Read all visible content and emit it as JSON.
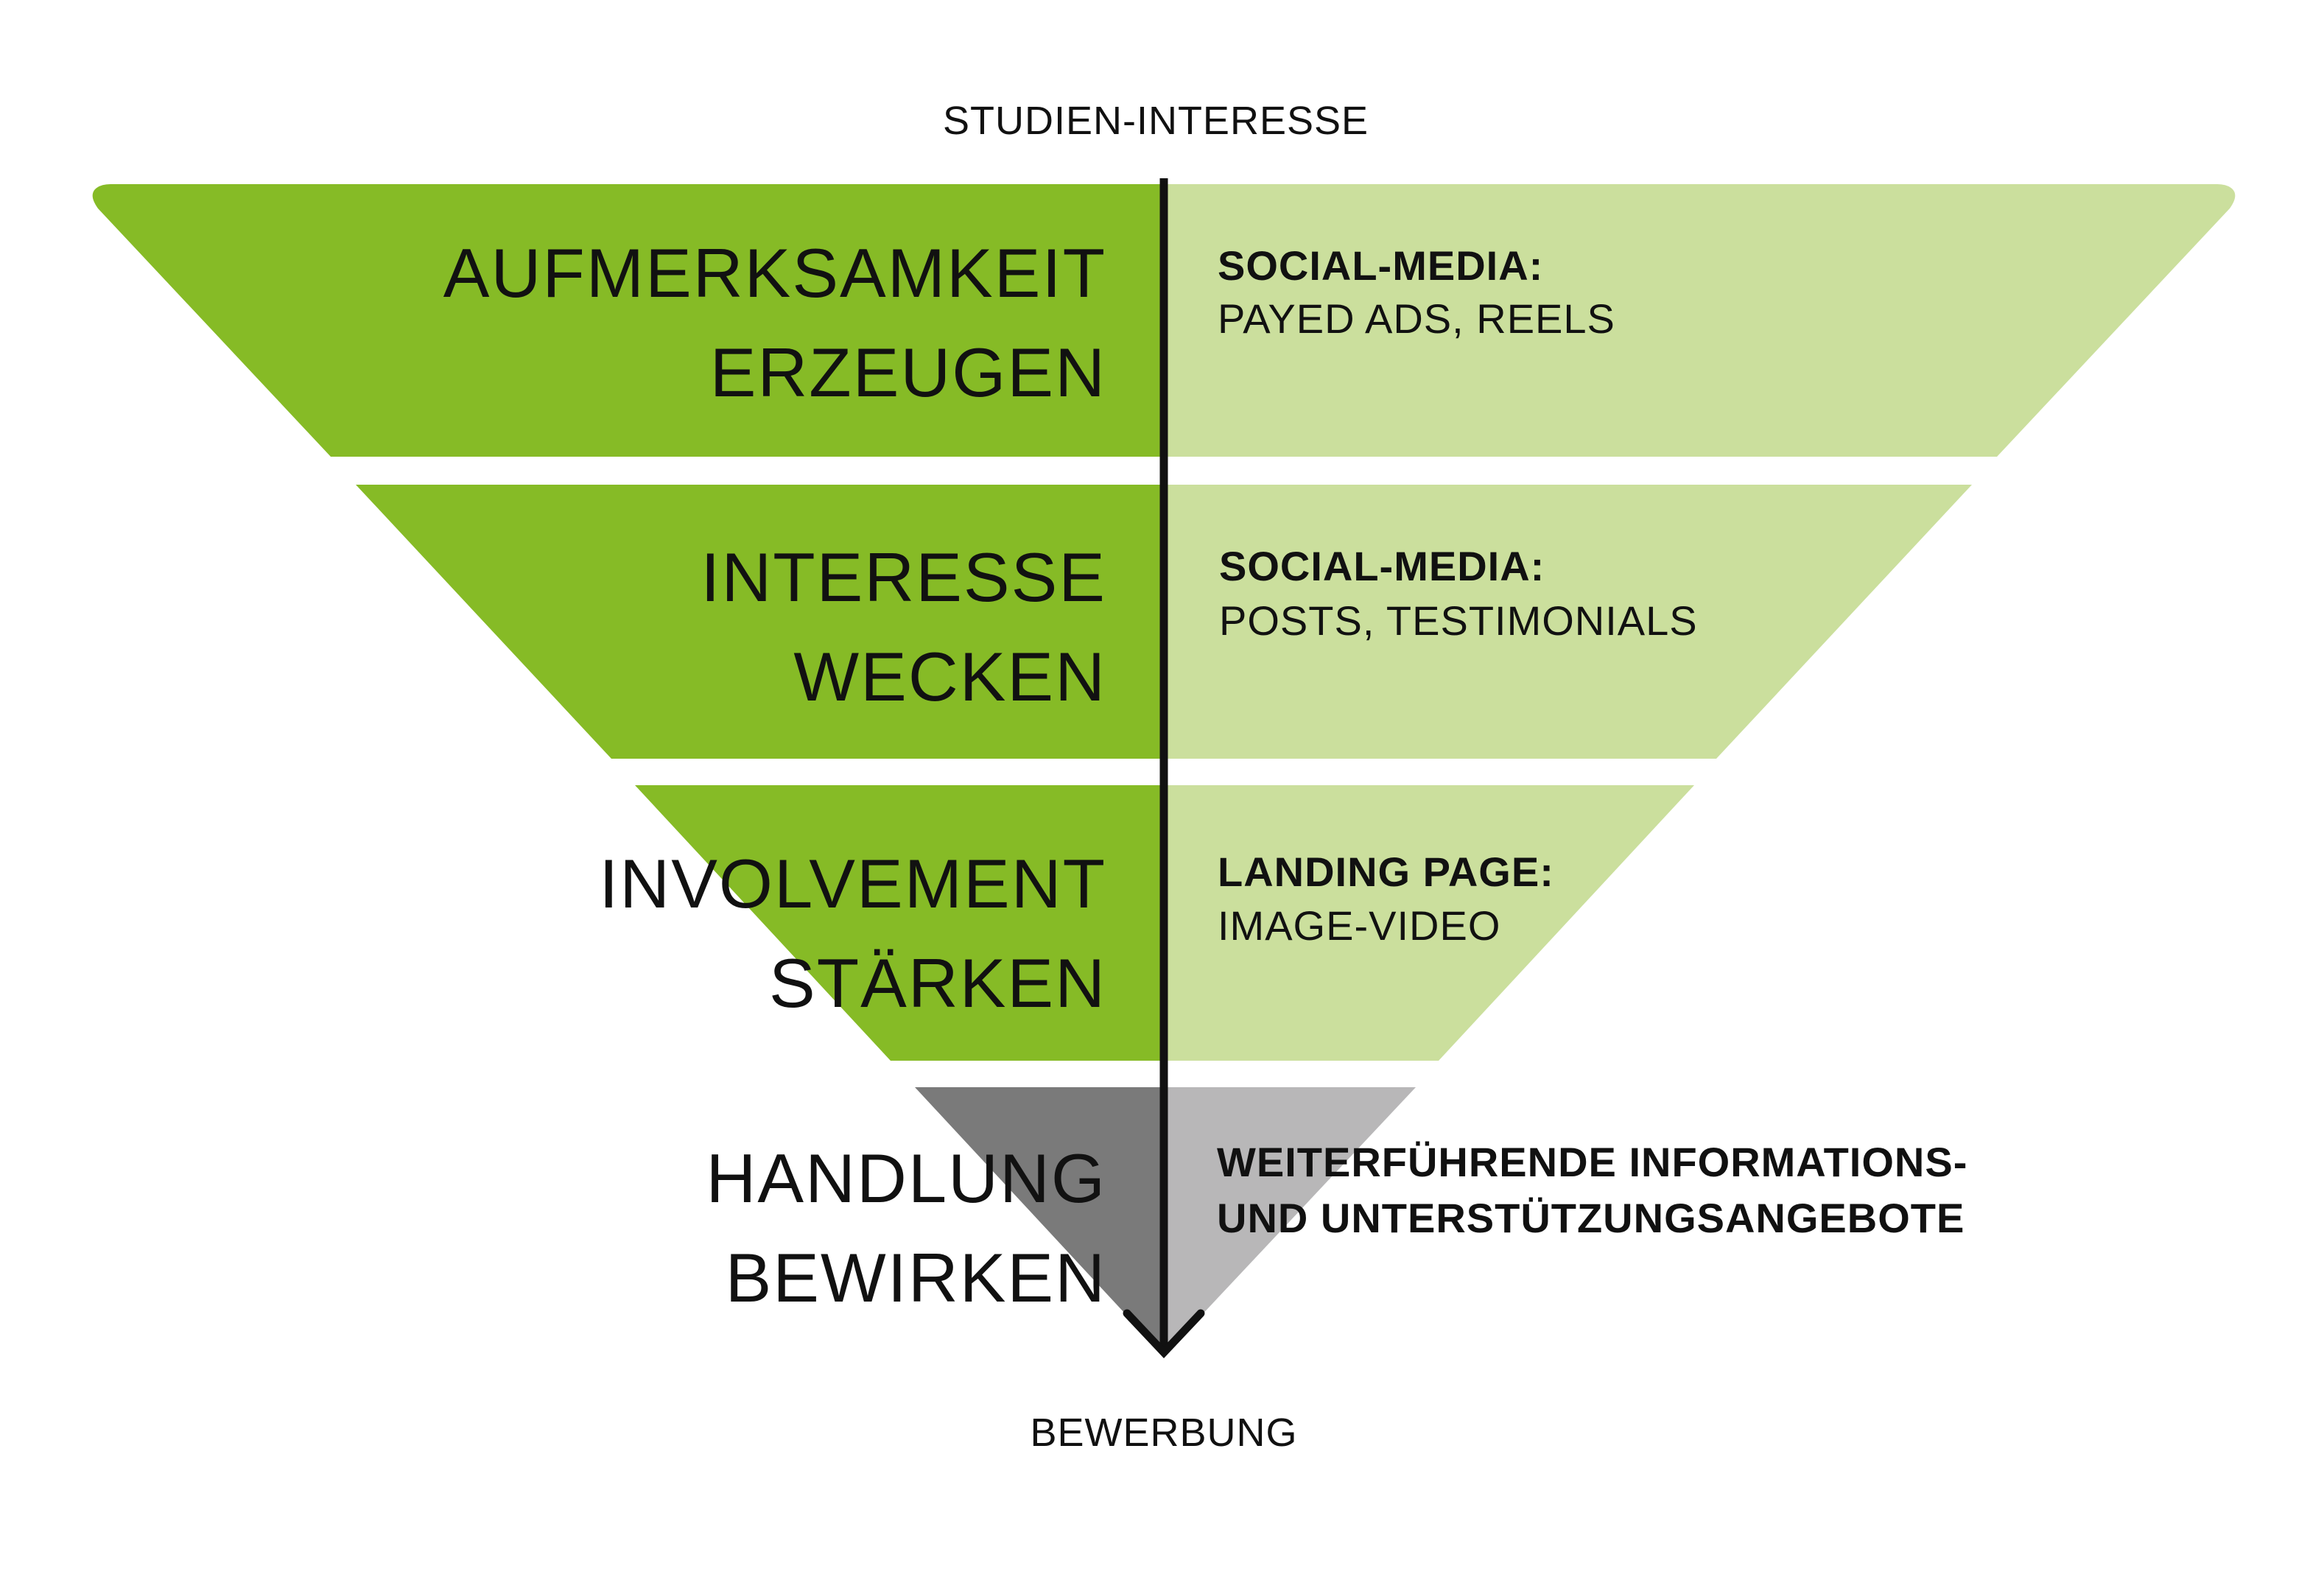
{
  "diagram": {
    "top_label": "STUDIEN-INTERESSE",
    "bottom_label": "BEWERBUNG",
    "colors": {
      "green_dark": "#86bb26",
      "green_light": "#cbdf9d",
      "grey_dark": "#7a7a7a",
      "grey_light": "#b8b7b8",
      "arrow": "#111111"
    },
    "stages": [
      {
        "title_line1": "AUFMERKSAMKEIT",
        "title_line2": "ERZEUGEN",
        "detail_heading": "SOCIAL-MEDIA:",
        "detail_text": "PAYED ADS, REELS"
      },
      {
        "title_line1": "INTERESSE",
        "title_line2": "WECKEN",
        "detail_heading": "SOCIAL-MEDIA:",
        "detail_text": "POSTS, TESTIMONIALS"
      },
      {
        "title_line1": "INVOLVEMENT",
        "title_line2": "STÄRKEN",
        "detail_heading": "LANDING PAGE:",
        "detail_text": "IMAGE-VIDEO"
      },
      {
        "title_line1": "HANDLUNG",
        "title_line2": "BEWIRKEN",
        "detail_heading": "WEITERFÜHRENDE INFORMATIONS-",
        "detail_text": "UND UNTERSTÜTZUNGSANGEBOTE"
      }
    ]
  }
}
